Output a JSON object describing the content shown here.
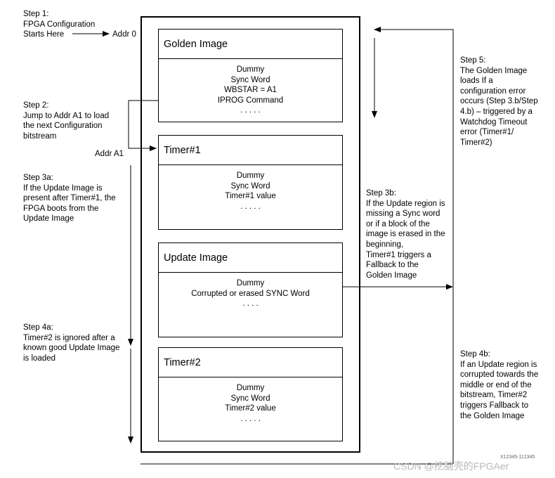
{
  "steps": {
    "step1": [
      "Step 1:",
      "FPGA Configuration",
      "Starts Here"
    ],
    "addr0": "Addr 0",
    "step2": [
      "Step 2:",
      "Jump to Addr A1 to load",
      "the next Configuration",
      "bitstream"
    ],
    "addrA1": "Addr A1",
    "step3a": [
      "Step 3a:",
      "If the Update Image is",
      "present after Timer#1, the",
      "FPGA boots from the",
      "Update Image"
    ],
    "step4a": [
      "Step 4a:",
      "Timer#2 is ignored after a",
      "known good Update Image",
      "is loaded"
    ],
    "step5": [
      "Step 5:",
      "The Golden Image",
      "loads If a",
      "configuration error",
      "occurs (Step 3.b/Step",
      "4.b) – triggered by a",
      "Watchdog Timeout",
      "error (Timer#1/",
      "Timer#2)"
    ],
    "step3b": [
      "Step 3b:",
      "If the Update region is",
      "missing a Sync word",
      "or if a block of the",
      "image is erased in the",
      "beginning,",
      "Timer#1 triggers a",
      "Fallback to the",
      "Golden Image"
    ],
    "step4b": [
      "Step 4b:",
      "If an Update region is",
      "corrupted towards the",
      "middle or end of the",
      "bitstream, Timer#2",
      "triggers Fallback to",
      "the Golden Image"
    ]
  },
  "blocks": {
    "golden": {
      "title": "Golden Image",
      "lines": [
        "Dummy",
        "Sync Word",
        "WBSTAR = A1",
        "IPROG Command",
        ". . . . ."
      ]
    },
    "timer1": {
      "title": "Timer#1",
      "lines": [
        "Dummy",
        "Sync Word",
        "Timer#1 value",
        ". . . . ."
      ]
    },
    "update": {
      "title": "Update Image",
      "lines": [
        "Dummy",
        "Corrupted or erased SYNC Word",
        ". . . ."
      ]
    },
    "timer2": {
      "title": "Timer#2",
      "lines": [
        "Dummy",
        "Sync Word",
        "Timer#2 value",
        ". . . . ."
      ]
    }
  },
  "figure_id": "X12345-112345",
  "watermark": "CSDN @挖脑壳的FPGAer"
}
